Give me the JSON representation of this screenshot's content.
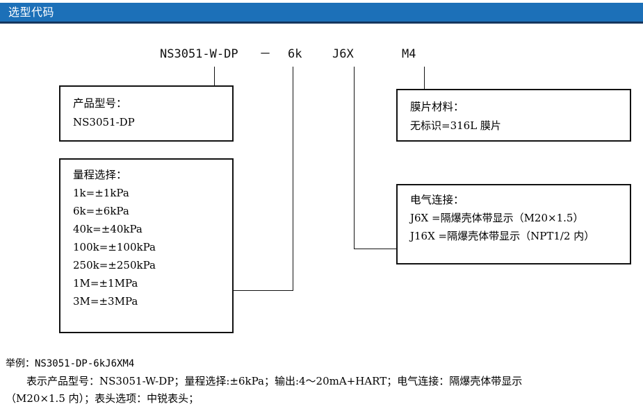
{
  "header": {
    "title": "选型代码",
    "bar_color": "#1c70b8",
    "border_color": "#15365e",
    "text_color": "#ffffff"
  },
  "code_line": {
    "model": "NS3051-W-DP",
    "dash": "－",
    "range": "6k",
    "electrical": "J6X",
    "diaphragm": "M4"
  },
  "boxes": {
    "model": {
      "title": "产品型号：",
      "lines": [
        "NS3051-DP"
      ]
    },
    "range": {
      "title": "量程选择：",
      "lines": [
        "1k=±1kPa",
        "6k=±6kPa",
        "40k=±40kPa",
        "100k=±100kPa",
        "250k=±250kPa",
        "1M=±1MPa",
        "3M=±3MPa"
      ]
    },
    "diaphragm": {
      "title": "膜片材料：",
      "lines": [
        "无标识=316L 膜片"
      ]
    },
    "electrical": {
      "title": "电气连接：",
      "lines": [
        "J6X =隔爆壳体带显示（M20×1.5）",
        "J16X =隔爆壳体带显示（NPT1/2 内）"
      ]
    }
  },
  "footer": {
    "line1": "举例：NS3051-DP-6kJ6XM4",
    "line2": "表示产品型号：NS3051-W-DP；量程选择:±6kPa；输出:4～20mA+HART；电气连接：隔爆壳体带显示",
    "line3": "（M20×1.5 内）；表头选项：中锐表头；"
  }
}
